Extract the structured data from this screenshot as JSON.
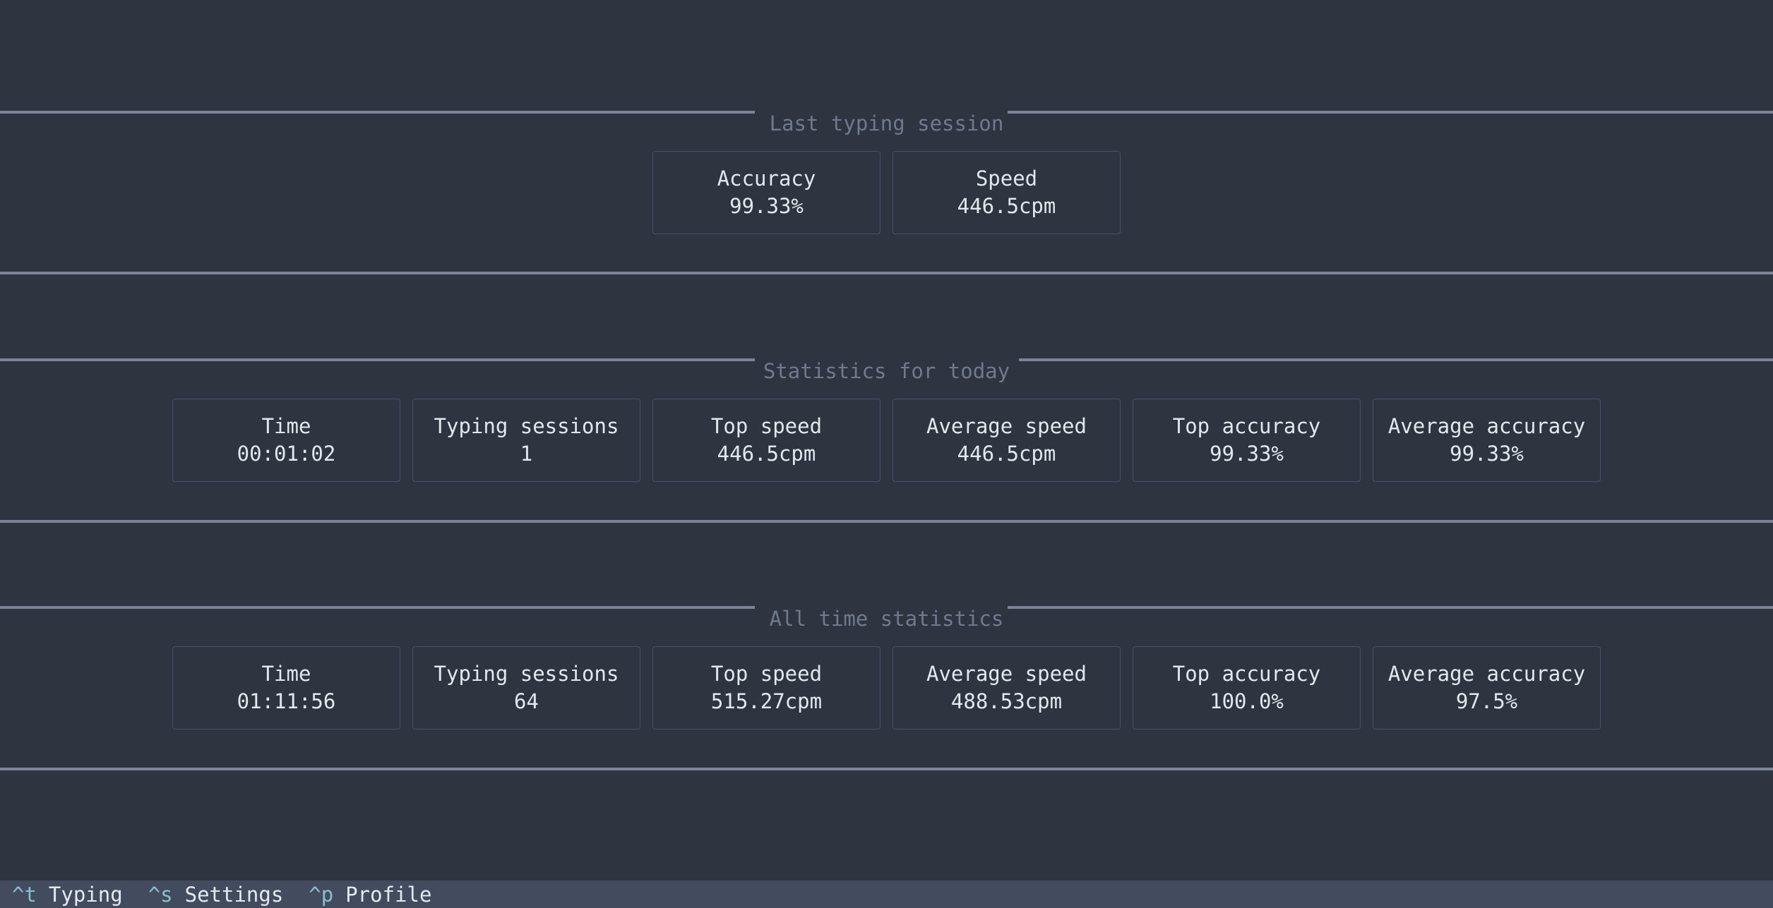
{
  "last_session": {
    "title": "Last typing session",
    "cards": [
      {
        "label": "Accuracy",
        "value": "99.33%"
      },
      {
        "label": "Speed",
        "value": "446.5cpm"
      }
    ]
  },
  "today": {
    "title": "Statistics for today",
    "cards": [
      {
        "label": "Time",
        "value": "00:01:02"
      },
      {
        "label": "Typing sessions",
        "value": "1"
      },
      {
        "label": "Top speed",
        "value": "446.5cpm"
      },
      {
        "label": "Average speed",
        "value": "446.5cpm"
      },
      {
        "label": "Top accuracy",
        "value": "99.33%"
      },
      {
        "label": "Average accuracy",
        "value": "99.33%"
      }
    ]
  },
  "all_time": {
    "title": "All time statistics",
    "cards": [
      {
        "label": "Time",
        "value": "01:11:56"
      },
      {
        "label": "Typing sessions",
        "value": "64"
      },
      {
        "label": "Top speed",
        "value": "515.27cpm"
      },
      {
        "label": "Average speed",
        "value": "488.53cpm"
      },
      {
        "label": "Top accuracy",
        "value": "100.0%"
      },
      {
        "label": "Average accuracy",
        "value": "97.5%"
      }
    ]
  },
  "statusbar": {
    "items": [
      {
        "key": "^t",
        "label": "Typing"
      },
      {
        "key": "^s",
        "label": "Settings"
      },
      {
        "key": "^p",
        "label": "Profile"
      }
    ]
  },
  "colors": {
    "background": "#2e3440",
    "rule": "#7b8596",
    "title": "#6f7a8c",
    "text": "#e3e7ee",
    "card_border": "#4a5262",
    "statusbar_bg": "#434c5e",
    "key_accent": "#88c0d0"
  }
}
